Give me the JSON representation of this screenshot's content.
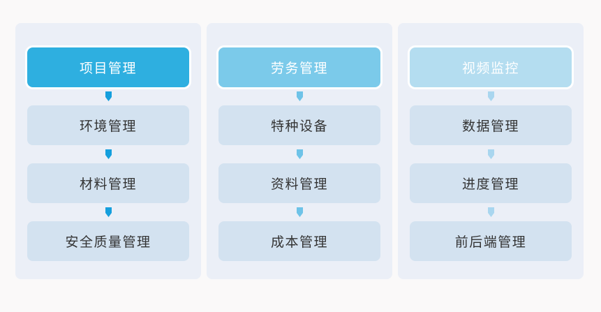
{
  "page": {
    "background_color": "#faf9f9",
    "panel_color": "#ebeff7",
    "item_color": "#d3e2f0",
    "item_text_color": "#333333"
  },
  "columns": [
    {
      "id": "col-1",
      "header": {
        "label": "项目管理",
        "color": "#2eafe0",
        "text_color": "#ffffff"
      },
      "arrow_color": "#159fdd",
      "items": [
        {
          "label": "环境管理"
        },
        {
          "label": "材料管理"
        },
        {
          "label": "安全质量管理"
        }
      ]
    },
    {
      "id": "col-2",
      "header": {
        "label": "劳务管理",
        "color": "#7bcaea",
        "text_color": "#ffffff"
      },
      "arrow_color": "#6ec3e8",
      "items": [
        {
          "label": "特种设备"
        },
        {
          "label": "资料管理"
        },
        {
          "label": "成本管理"
        }
      ]
    },
    {
      "id": "col-3",
      "header": {
        "label": "视频监控",
        "color": "#b4ddf0",
        "text_color": "#ffffff"
      },
      "arrow_color": "#a9d6ef",
      "items": [
        {
          "label": "数据管理"
        },
        {
          "label": "进度管理"
        },
        {
          "label": "前后端管理"
        }
      ]
    }
  ]
}
